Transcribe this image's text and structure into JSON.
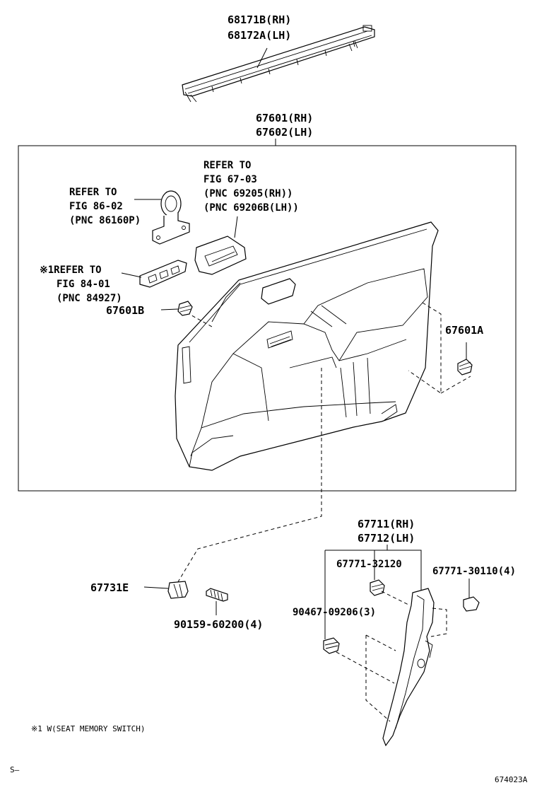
{
  "labels": {
    "p68171b": "68171B(RH)",
    "p68172a": "68172A(LH)",
    "p67601": "67601(RH)",
    "p67602": "67602(LH)",
    "refer_fig6703_l1": "REFER TO",
    "refer_fig6703_l2": "FIG 67-03",
    "refer_fig6703_l3": "(PNC 69205(RH))",
    "refer_fig6703_l4": "(PNC 69206B(LH))",
    "refer_fig8602_l1": "REFER TO",
    "refer_fig8602_l2": "FIG 86-02",
    "refer_fig8602_l3": "(PNC 86160P)",
    "refer_fig8401_l1": "※1REFER TO",
    "refer_fig8401_l2": "FIG 84-01",
    "refer_fig8401_l3": "(PNC 84927)",
    "p67601b": "67601B",
    "p67601a": "67601A",
    "p67711": "67711(RH)",
    "p67712": "67712(LH)",
    "p67771_32120": "67771-32120",
    "p67771_30110": "67771-30110(4)",
    "p90467": "90467-09206(3)",
    "p67731e": "67731E",
    "p90159": "90159-60200(4)",
    "footnote": "※1 W(SEAT MEMORY SWITCH)",
    "corner_mark": "S—",
    "figure_code": "674023A"
  }
}
